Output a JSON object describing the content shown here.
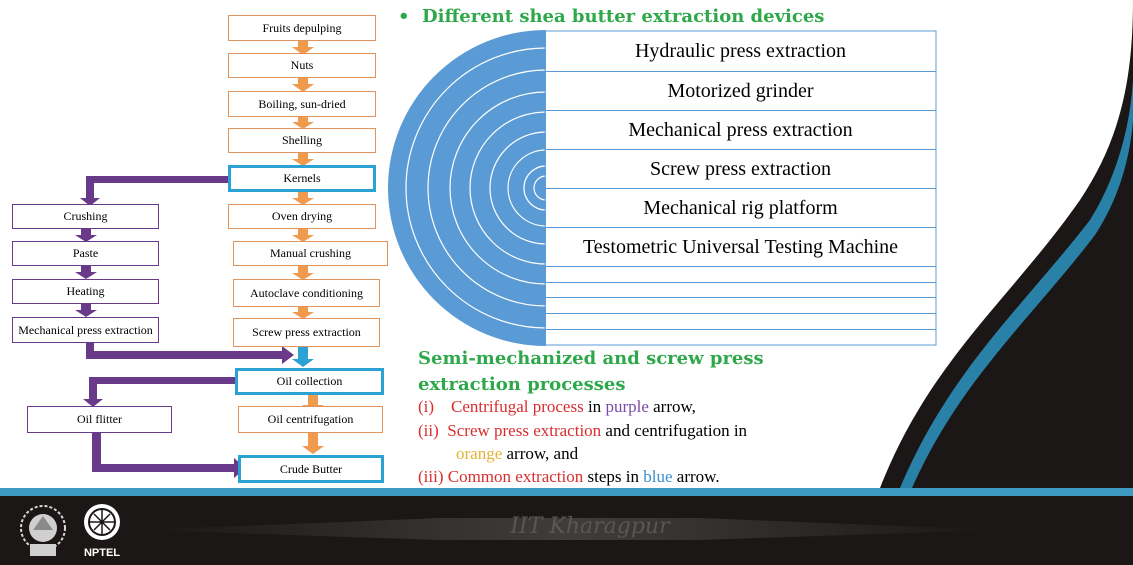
{
  "flow": {
    "main": [
      "Fruits depulping",
      "Nuts",
      "Boiling, sun-dried",
      "Shelling",
      "Kernels",
      "Oven drying",
      "Manual crushing",
      "Autoclave conditioning",
      "Screw press extraction",
      "Oil collection",
      "Oil centrifugation",
      "Crude Butter"
    ],
    "left": [
      "Crushing",
      "Paste",
      "Heating",
      "Mechanical press extraction",
      "Oil flitter"
    ]
  },
  "devices": {
    "title": "Different shea butter extraction devices",
    "items": [
      "Hydraulic press extraction",
      "Motorized grinder",
      "Mechanical press extraction",
      "Screw press extraction",
      "Mechanical rig platform",
      "Testometric Universal Testing Machine"
    ]
  },
  "processes": {
    "title": "Semi-mechanized and screw press extraction processes",
    "i_num": "(i)",
    "i_red": "Centrifugal process",
    "i_mid": " in ",
    "i_purple": "purple",
    "i_end": " arrow,",
    "ii_num": "(ii)",
    "ii_red": "Screw press extraction",
    "ii_end": " and centrifugation in",
    "ii_orange": "orange",
    "ii_end2": " arrow, and",
    "iii_num": "(iii)",
    "iii_red": "Common extraction",
    "iii_mid": " steps in ",
    "iii_blue": "blue",
    "iii_end": " arrow."
  },
  "footer": {
    "watermark": "IIT Kharagpur",
    "logo_text": "NPTEL"
  },
  "colors": {
    "purple": "#6a3a8a",
    "orange": "#ef9a4d",
    "blue": "#2aa3d4",
    "green": "#2ea84a",
    "red": "#d92e2e"
  }
}
